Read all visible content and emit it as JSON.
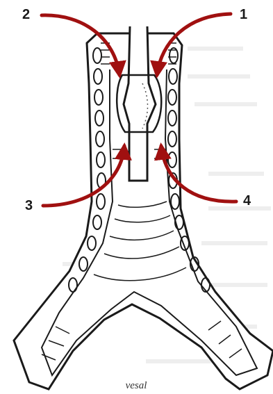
{
  "figure": {
    "callouts": [
      {
        "label": "1"
      },
      {
        "label": "2"
      },
      {
        "label": "3"
      },
      {
        "label": "4"
      }
    ],
    "caption": "vesal"
  },
  "colors": {
    "arrow": "#a01010",
    "ink": "#1a1a1a",
    "tissue": "#ffffff",
    "faint_text": "#e6e6e6"
  }
}
